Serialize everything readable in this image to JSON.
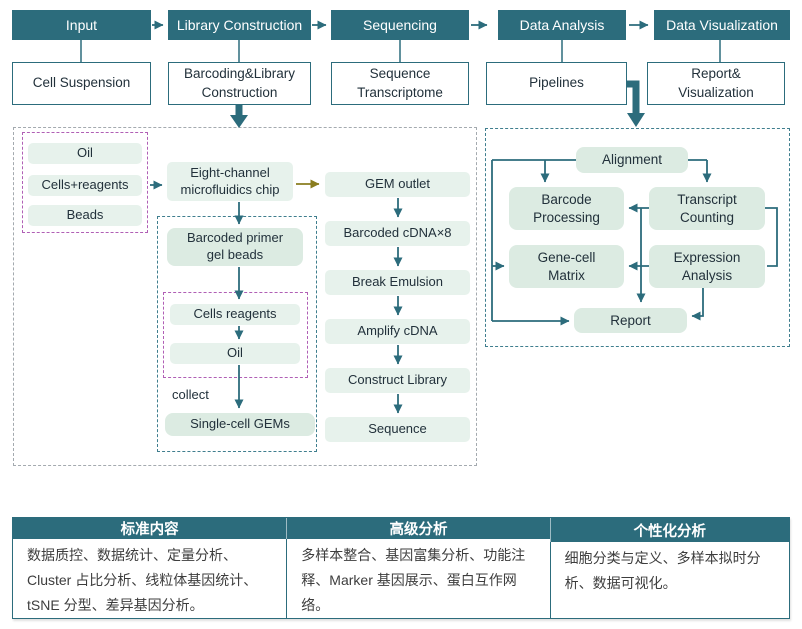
{
  "stages": {
    "headers": [
      "Input",
      "Library Construction",
      "Sequencing",
      "Data Analysis",
      "Data Visualization"
    ],
    "subs": [
      "Cell Suspension",
      "Barcoding&Library\nConstruction",
      "Sequence\nTranscriptome",
      "Pipelines",
      "Report&\nVisualization"
    ]
  },
  "gem_generation": {
    "inputs": [
      "Oil",
      "Cells+reagents",
      "Beads"
    ],
    "chip": "Eight-channel\nmicrofluidics chip",
    "gel_beads": "Barcoded primer\ngel beads",
    "emulsion_layers": [
      "Cells reagents",
      "Oil"
    ],
    "collect_label": "collect",
    "gems": "Single-cell GEMs"
  },
  "library_sequencing": {
    "steps": [
      "GEM outlet",
      "Barcoded cDNA×8",
      "Break Emulsion",
      "Amplify cDNA",
      "Construct Library",
      "Sequence"
    ]
  },
  "data_analysis": {
    "nodes": {
      "alignment": "Alignment",
      "barcode_processing": "Barcode\nProcessing",
      "transcript_counting": "Transcript\nCounting",
      "gene_cell_matrix": "Gene-cell\nMatrix",
      "expression_analysis": "Expression\nAnalysis",
      "report": "Report"
    }
  },
  "analysis_table": {
    "columns": [
      {
        "header": "标准内容",
        "body": "数据质控、数据统计、定量分析、Cluster 占比分析、线粒体基因统计、tSNE 分型、差异基因分析。"
      },
      {
        "header": "高级分析",
        "body": "多样本整合、基因富集分析、功能注释、Marker 基因展示、蛋白互作网络。"
      },
      {
        "header": "个性化分析",
        "body": "细胞分类与定义、多样本拟时分析、数据可视化。"
      }
    ]
  },
  "colors": {
    "teal": "#2c6c7c",
    "mint_light": "#e7f2ec",
    "mint_deep": "#dcebe2",
    "purple_dashed": "#b05fb5",
    "teal_dashed": "#3f7e8e",
    "gray_dashed": "#a4aaaf",
    "olive_arrow": "#8a7d1f",
    "text_dark": "#22313b"
  }
}
